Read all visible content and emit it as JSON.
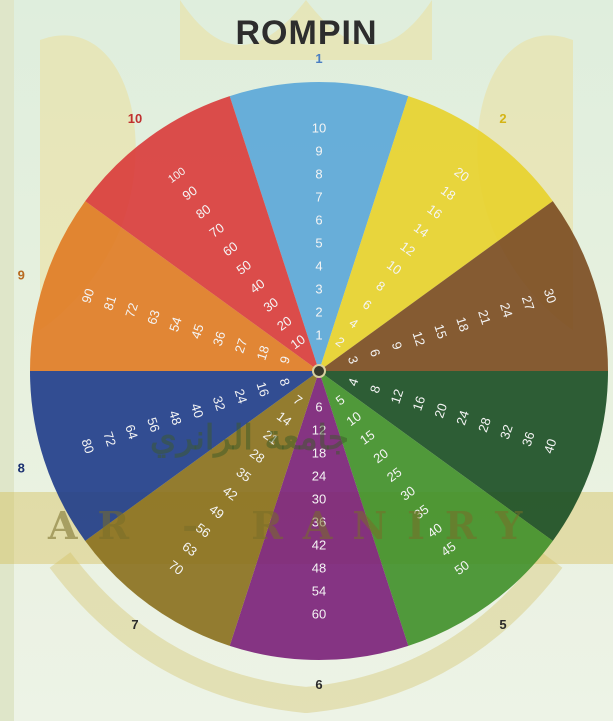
{
  "title": "ROMPIN",
  "watermark": {
    "arabic": "جامعة الرانري",
    "latin": "AR - RANIRY"
  },
  "wheel": {
    "sectors": [
      {
        "label": "1",
        "color": "#5aa6d8",
        "values": [
          "1",
          "2",
          "3",
          "4",
          "5",
          "6",
          "7",
          "8",
          "9",
          "10"
        ]
      },
      {
        "label": "2",
        "color": "#e8d22a",
        "values": [
          "2",
          "4",
          "6",
          "8",
          "10",
          "12",
          "14",
          "16",
          "18",
          "20"
        ]
      },
      {
        "label": "3",
        "color": "#7a4a1f",
        "values": [
          "3",
          "6",
          "9",
          "12",
          "15",
          "18",
          "21",
          "24",
          "27",
          "30"
        ]
      },
      {
        "label": "4",
        "color": "#184d22",
        "values": [
          "4",
          "8",
          "12",
          "16",
          "20",
          "24",
          "28",
          "32",
          "36",
          "40"
        ]
      },
      {
        "label": "5",
        "color": "#3f8f28",
        "values": [
          "5",
          "10",
          "15",
          "20",
          "25",
          "30",
          "35",
          "40",
          "45",
          "50"
        ]
      },
      {
        "label": "6",
        "color": "#7a1f78",
        "values": [
          "6",
          "12",
          "18",
          "24",
          "30",
          "36",
          "42",
          "48",
          "54",
          "60"
        ]
      },
      {
        "label": "7",
        "color": "#8a6f1c",
        "values": [
          "7",
          "14",
          "21",
          "28",
          "35",
          "42",
          "49",
          "56",
          "63",
          "70"
        ]
      },
      {
        "label": "8",
        "color": "#1e3b8a",
        "values": [
          "8",
          "16",
          "24",
          "32",
          "40",
          "48",
          "56",
          "64",
          "72",
          "80"
        ]
      },
      {
        "label": "9",
        "color": "#e07a22",
        "values": [
          "9",
          "18",
          "27",
          "36",
          "45",
          "54",
          "63",
          "72",
          "81",
          "90"
        ]
      },
      {
        "label": "10",
        "color": "#d93a3a",
        "values": [
          "10",
          "20",
          "30",
          "40",
          "50",
          "60",
          "70",
          "80",
          "90",
          "100"
        ]
      }
    ],
    "label_colors": [
      "#4a7ec2",
      "#d4b416",
      "#5a3414",
      "#1a3a1a",
      "#2a2a2a",
      "#2a2a2a",
      "#2a2a2a",
      "#1a3070",
      "#b86a20",
      "#c03030"
    ]
  }
}
